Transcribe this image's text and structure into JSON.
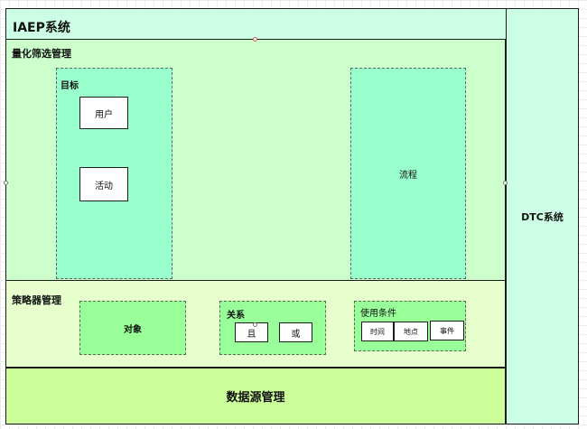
{
  "iaep": {
    "title": "IAEP系统"
  },
  "quant": {
    "title": "量化筛选管理",
    "target": {
      "title": "目标",
      "items": [
        "用户",
        "活动"
      ]
    },
    "flow": {
      "title": "流程"
    }
  },
  "dtc": {
    "title": "DTC系统"
  },
  "strategy": {
    "title": "策略器管理",
    "object": {
      "title": "对象"
    },
    "relation": {
      "title": "关系",
      "items": [
        "且",
        "或"
      ]
    },
    "conditions": {
      "title": "使用条件",
      "items": [
        "时间",
        "地点",
        "事件"
      ]
    }
  },
  "datasource": {
    "title": "数据源管理"
  },
  "colors": {
    "iaep_bg": "#ccffe6",
    "quant_bg": "#ccffcc",
    "target_bg": "#99ffcc",
    "strategy_bg": "#e6ffcc",
    "inner_bg": "#99ff99",
    "datasource_bg": "#ccff99",
    "dtc_bg": "#ccffe6"
  }
}
